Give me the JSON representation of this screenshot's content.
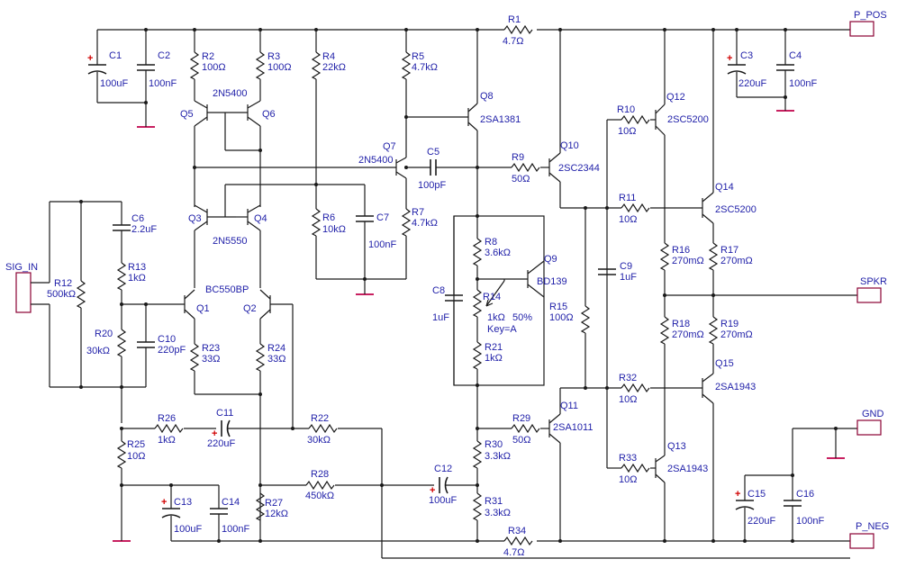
{
  "ports": {
    "p_pos": "P_POS",
    "p_neg": "P_NEG",
    "spkr": "SPKR",
    "gnd": "GND",
    "sig_in": "SIG_IN"
  },
  "resistors": {
    "r1": {
      "ref": "R1",
      "val": "4.7Ω"
    },
    "r2": {
      "ref": "R2",
      "val": "100Ω"
    },
    "r3": {
      "ref": "R3",
      "val": "100Ω"
    },
    "r4": {
      "ref": "R4",
      "val": "22kΩ"
    },
    "r5": {
      "ref": "R5",
      "val": "4.7kΩ"
    },
    "r6": {
      "ref": "R6",
      "val": "10kΩ"
    },
    "r7": {
      "ref": "R7",
      "val": "4.7kΩ"
    },
    "r8": {
      "ref": "R8",
      "val": "3.6kΩ"
    },
    "r9": {
      "ref": "R9",
      "val": "50Ω"
    },
    "r10": {
      "ref": "R10",
      "val": "10Ω"
    },
    "r11": {
      "ref": "R11",
      "val": "10Ω"
    },
    "r12": {
      "ref": "R12",
      "val": "500kΩ"
    },
    "r13": {
      "ref": "R13",
      "val": "1kΩ"
    },
    "r14": {
      "ref": "R14",
      "val": "1kΩ",
      "pct": "50%",
      "key": "Key=A"
    },
    "r15": {
      "ref": "R15",
      "val": "100Ω"
    },
    "r16": {
      "ref": "R16",
      "val": "270mΩ"
    },
    "r17": {
      "ref": "R17",
      "val": "270mΩ"
    },
    "r18": {
      "ref": "R18",
      "val": "270mΩ"
    },
    "r19": {
      "ref": "R19",
      "val": "270mΩ"
    },
    "r20": {
      "ref": "R20",
      "val": "30kΩ"
    },
    "r21": {
      "ref": "R21",
      "val": "1kΩ"
    },
    "r22": {
      "ref": "R22",
      "val": "30kΩ"
    },
    "r23": {
      "ref": "R23",
      "val": "33Ω"
    },
    "r24": {
      "ref": "R24",
      "val": "33Ω"
    },
    "r25": {
      "ref": "R25",
      "val": "10Ω"
    },
    "r26": {
      "ref": "R26",
      "val": "1kΩ"
    },
    "r27": {
      "ref": "R27",
      "val": "12kΩ"
    },
    "r28": {
      "ref": "R28",
      "val": "450kΩ"
    },
    "r29": {
      "ref": "R29",
      "val": "50Ω"
    },
    "r30": {
      "ref": "R30",
      "val": "3.3kΩ"
    },
    "r31": {
      "ref": "R31",
      "val": "3.3kΩ"
    },
    "r32": {
      "ref": "R32",
      "val": "10Ω"
    },
    "r33": {
      "ref": "R33",
      "val": "10Ω"
    },
    "r34": {
      "ref": "R34",
      "val": "4.7Ω"
    }
  },
  "capacitors": {
    "c1": {
      "ref": "C1",
      "val": "100uF"
    },
    "c2": {
      "ref": "C2",
      "val": "100nF"
    },
    "c3": {
      "ref": "C3",
      "val": "220uF"
    },
    "c4": {
      "ref": "C4",
      "val": "100nF"
    },
    "c5": {
      "ref": "C5",
      "val": "100pF"
    },
    "c6": {
      "ref": "C6",
      "val": "2.2uF"
    },
    "c7": {
      "ref": "C7",
      "val": "100nF"
    },
    "c8": {
      "ref": "C8",
      "val": "1uF"
    },
    "c9": {
      "ref": "C9",
      "val": "1uF"
    },
    "c10": {
      "ref": "C10",
      "val": "220pF"
    },
    "c11": {
      "ref": "C11",
      "val": "220uF"
    },
    "c12": {
      "ref": "C12",
      "val": "100uF"
    },
    "c13": {
      "ref": "C13",
      "val": "100uF"
    },
    "c14": {
      "ref": "C14",
      "val": "100nF"
    },
    "c15": {
      "ref": "C15",
      "val": "220uF"
    },
    "c16": {
      "ref": "C16",
      "val": "100nF"
    }
  },
  "transistors": {
    "q1": {
      "ref": "Q1"
    },
    "q2": {
      "ref": "Q2"
    },
    "q1q2_part": "BC550BP",
    "q3": {
      "ref": "Q3"
    },
    "q4": {
      "ref": "Q4"
    },
    "q3q4_part": "2N5550",
    "q5": {
      "ref": "Q5"
    },
    "q6": {
      "ref": "Q6"
    },
    "q5q6_part": "2N5400",
    "q7": {
      "ref": "Q7",
      "part": "2N5400"
    },
    "q8": {
      "ref": "Q8",
      "part": "2SA1381"
    },
    "q9": {
      "ref": "Q9",
      "part": "BD139"
    },
    "q10": {
      "ref": "Q10",
      "part": "2SC2344"
    },
    "q11": {
      "ref": "Q11",
      "part": "2SA1011"
    },
    "q12": {
      "ref": "Q12",
      "part": "2SC5200"
    },
    "q13": {
      "ref": "Q13",
      "part": "2SA1943"
    },
    "q14": {
      "ref": "Q14",
      "part": "2SC5200"
    },
    "q15": {
      "ref": "Q15",
      "part": "2SA1943"
    }
  }
}
